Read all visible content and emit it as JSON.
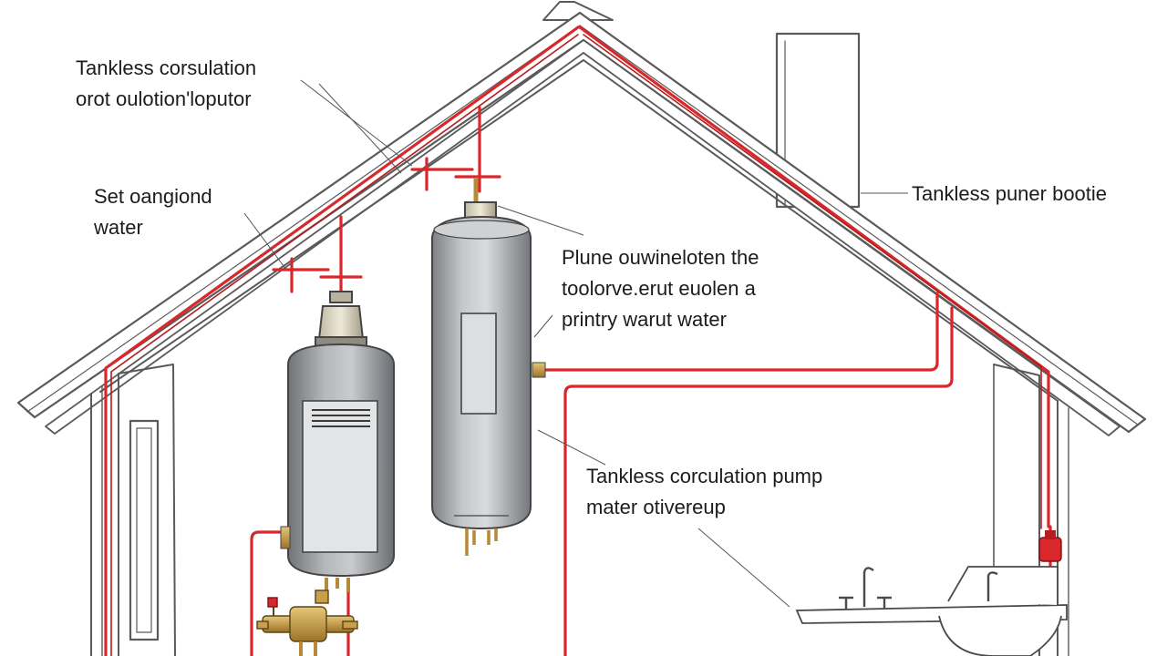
{
  "callouts": {
    "top_left": {
      "line1": "Tankless corsulation",
      "line2": "orot oulotion'loputor"
    },
    "mid_left": {
      "line1": "Set oangiond",
      "line2": "water"
    },
    "right": {
      "line1": "Tankless puner bootie"
    },
    "center": {
      "line1": "Plune ouwineloten the",
      "line2": "toolorve.erut euolen a",
      "line3": "printry warut water"
    },
    "lower_center": {
      "line1": "Tankless corculation pump",
      "line2": "mater otivereup"
    }
  },
  "colors": {
    "pipe": "#d8282b",
    "outline": "#4a4a4a",
    "tank_body": "#a9abae",
    "brass": "#c9a04a"
  }
}
